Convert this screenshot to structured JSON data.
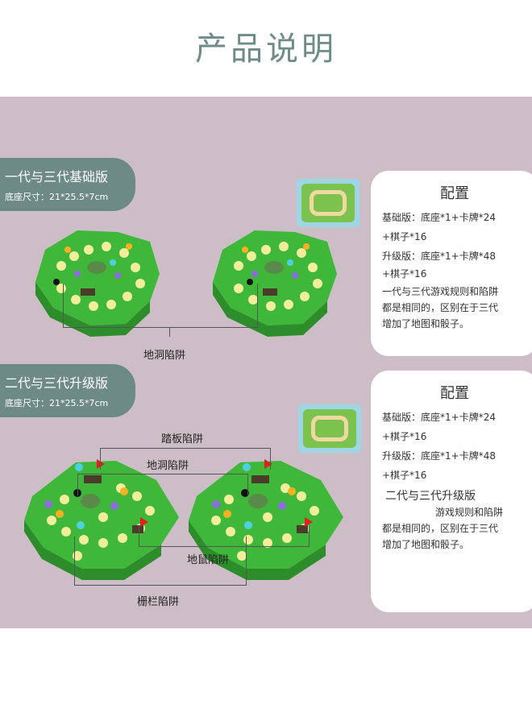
{
  "title": "产品说明",
  "section1": {
    "heading": "一代与三代基础版",
    "size": "底座尺寸：21*25.5*7cm",
    "trap_label": "地洞陷阱"
  },
  "section2": {
    "heading": "二代与三代升级版",
    "size": "底座尺寸：21*25.5*7cm",
    "trap_pedal": "踏板陷阱",
    "trap_hole": "地洞陷阱",
    "trap_mole": "地鼠陷阱",
    "trap_fence": "栅栏陷阱"
  },
  "card1": {
    "heading": "配置",
    "line1": "基础版：底座*1+卡牌*24",
    "line2": "+棋子*16",
    "line3": "升级版：底座*1+卡牌*48",
    "line4": "+棋子*16",
    "line5": "一代与三代游戏规则和陷阱",
    "line6": "都是相同的，区别在于三代",
    "line7": "增加了地图和骰子。"
  },
  "card2": {
    "heading": "配置",
    "line1": "基础版：底座*1+卡牌*24",
    "line2": "+棋子*16",
    "line3": "升级版：底座*1+卡牌*48",
    "line4": "+棋子*16",
    "line5": "二代与三代升级版",
    "line6": "游戏规则和陷阱",
    "line7": "都是相同的，区别在于三代",
    "line8": "增加了地图和骰子。"
  },
  "colors": {
    "panel": "#cdbdc6",
    "accent": "#6e8a86",
    "board_green": "#3fb83a",
    "spot_yellow": "#f2ee9a"
  }
}
